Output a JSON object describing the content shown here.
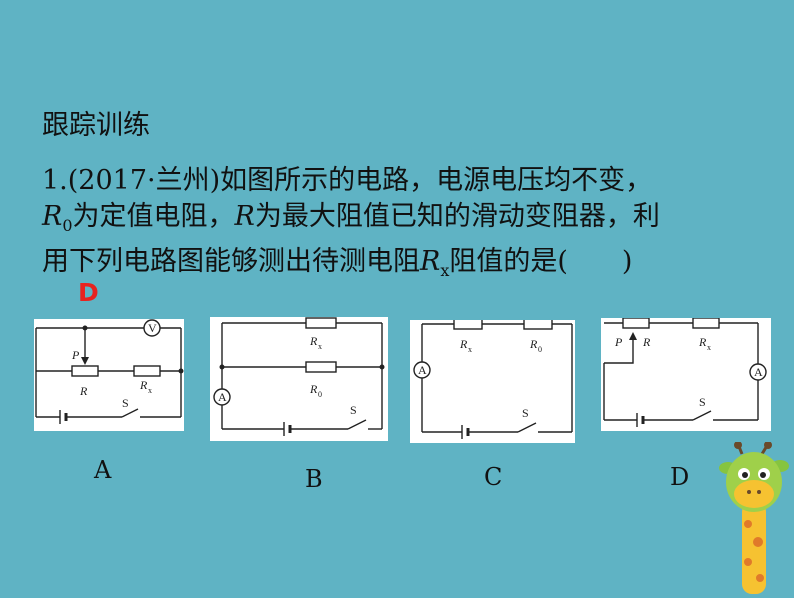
{
  "heading": "跟踪训练",
  "question": {
    "line1": "1.(2017·兰州)如图所示的电路，电源电压均不变，",
    "line2_r0_main": "R",
    "line2_r0_sub": "0",
    "line2_text_a": "为定值电阻，",
    "line2_r": "R",
    "line2_text_b": "为最大阻值已知的滑动变阻器，利",
    "line3_text_a": "用下列电路图能够测出待测电阻",
    "line3_rx_main": "R",
    "line3_rx_sub": "x",
    "line3_text_b": "阻值的是(　　)"
  },
  "answer": "D",
  "circuits": {
    "a": {
      "label": "A",
      "voltmeter": "V",
      "slider": "P",
      "rheostat": "R",
      "resistor_main": "R",
      "resistor_sub": "x",
      "switch": "S"
    },
    "b": {
      "label": "B",
      "ammeter": "A",
      "rx_main": "R",
      "rx_sub": "x",
      "r0_main": "R",
      "r0_sub": "0",
      "switch": "S"
    },
    "c": {
      "label": "C",
      "ammeter": "A",
      "rx_main": "R",
      "rx_sub": "x",
      "r0_main": "R",
      "r0_sub": "0",
      "switch": "S"
    },
    "d": {
      "label": "D",
      "ammeter": "A",
      "slider": "P",
      "rheostat": "R",
      "rx_main": "R",
      "rx_sub": "x",
      "switch": "S"
    }
  },
  "colors": {
    "background": "#5fb3c4",
    "answer": "#e8231f",
    "wire": "#222222"
  }
}
